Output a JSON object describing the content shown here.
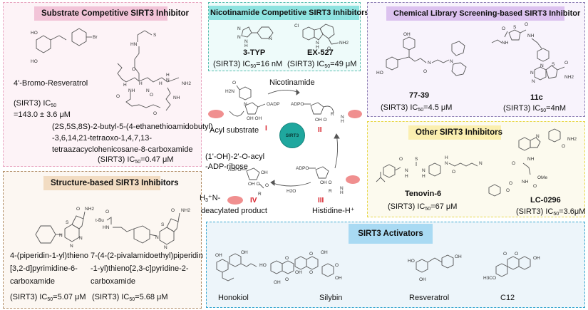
{
  "colors": {
    "substrate_border": "#e8a5c0",
    "substrate_bg": "#fdf3f7",
    "substrate_title_bg": "#f2c4d8",
    "structure_border": "#b08c65",
    "structure_bg": "#fcf7f2",
    "structure_title_bg": "#f2dcc2",
    "nicotinamide_border": "#5bbfb0",
    "nicotinamide_bg": "#eefbfa",
    "nicotinamide_title_bg": "#8ee3e0",
    "library_border": "#8f80b5",
    "library_bg": "#f8f3fc",
    "library_title_bg": "#dcc2ef",
    "other_border": "#e8d84a",
    "other_bg": "#fcfaee",
    "other_title_bg": "#fbefb0",
    "activators_border": "#3aa8d0",
    "activators_bg": "#edf5fa",
    "activators_title_bg": "#a9daf3",
    "sirt3_circle": "#1fa79e",
    "cloud": "#f08f8f",
    "roman_numeral": "#d8202a"
  },
  "panels": {
    "substrate": {
      "title": "Substrate Competitive SIRT3 Inhibitor",
      "compound1": {
        "name": "4'-Bromo-Resveratrol",
        "ic50_label": "(SIRT3) IC",
        "ic50_sub": "50",
        "ic50_value": "=143.0 ± 3.6 μM",
        "atoms": [
          "HO",
          "HO",
          "Br"
        ]
      },
      "compound2": {
        "name_lines": [
          "(2S,5S,8S)-2-butyl-5-(4-ethanethioamidobutyl)",
          "-3,6,14,21-tetraoxo-1,4,7,13-",
          "tetraazacyclohenicosane-8-carboxamide"
        ],
        "ic50_label": "(SIRT3) IC",
        "ic50_sub": "50",
        "ic50_value": "=0.47 μM",
        "atoms": [
          "S",
          "HN",
          "H",
          "H",
          "H",
          "NH",
          "NH",
          "N",
          "N",
          "O",
          "O",
          "O",
          "O",
          "NH2",
          "NH"
        ]
      }
    },
    "structure": {
      "title": "Structure-based SIRT3 Inhibitors",
      "compound1": {
        "name_lines": [
          "4-(piperidin-1-yl)thieno",
          "[3,2-d]pyrimidine-6-",
          "carboxamide"
        ],
        "ic50_label": "(SIRT3) IC",
        "ic50_sub": "50",
        "ic50_value": "=5.07 μM",
        "atoms": [
          "O",
          "NH2",
          "S",
          "N",
          "N",
          "N"
        ]
      },
      "compound2": {
        "name_lines": [
          "7-(4-(2-pivalamidoethyl)piperidin",
          "-1-yl)thieno[2,3-c]pyridine-2-",
          "carboxamide"
        ],
        "ic50_label": "(SIRT3) IC",
        "ic50_sub": "50",
        "ic50_value": "=5.68 μM",
        "atoms": [
          "O",
          "NH2",
          "t-Bu",
          "O",
          "HN",
          "S",
          "N",
          "N"
        ]
      }
    },
    "nicotinamide": {
      "title": "Nicotinamide Competitive SIRT3 Inhibitors",
      "compound1": {
        "name": "3-TYP",
        "ic50_label": "(SIRT3) IC",
        "ic50_sub": "50",
        "ic50_value": "=16 nM",
        "atoms": [
          "N",
          "N",
          "N",
          "H",
          "N"
        ]
      },
      "compound2": {
        "name": "EX-527",
        "ic50_label": "(SIRT3) IC",
        "ic50_sub": "50",
        "ic50_value": "=49 μM",
        "atoms": [
          "Cl",
          "N",
          "H",
          "O",
          "NH2"
        ]
      }
    },
    "library": {
      "title": "Chemical  Library Screening-based SIRT3 Inhibitor",
      "compound1": {
        "name": "77-39",
        "ic50_label": "(SIRT3) IC",
        "ic50_sub": "50",
        "ic50_value": "=4.5 μM",
        "atoms": [
          "OH",
          "HO",
          "N",
          "O",
          "N"
        ]
      },
      "compound2": {
        "name": "11c",
        "ic50_label": "(SIRT3) IC",
        "ic50_sub": "50",
        "ic50_value": "=4nM",
        "atoms": [
          "O",
          "S",
          "O",
          "NH",
          "NH",
          "N",
          "N",
          "N",
          "S",
          "O",
          "NH2"
        ]
      }
    },
    "other": {
      "title": "Other SIRT3 Inhibitors",
      "compound1": {
        "name": "Tenovin-6",
        "ic50_label": "(SIRT3) IC",
        "ic50_sub": "50",
        "ic50_value": "=67 μM",
        "atoms": [
          "O",
          "S",
          "N",
          "H",
          "N",
          "H",
          "H",
          "N",
          "O",
          "N"
        ]
      },
      "compound2": {
        "name": "LC-0296",
        "ic50_label": "(SIRT3) IC",
        "ic50_sub": "50",
        "ic50_value": "=3.6μM",
        "atoms": [
          "N",
          "NH2",
          "O",
          "NH",
          "O",
          "OMe",
          "NH",
          "O",
          "O",
          "O"
        ]
      }
    },
    "activators": {
      "title": "SIRT3 Activators",
      "compounds": [
        {
          "name": "Honokiol",
          "atoms": [
            "OH",
            "OH"
          ]
        },
        {
          "name": "Silybin",
          "atoms": [
            "OH",
            "HO",
            "O",
            "O",
            "O",
            "OH",
            "O",
            "OH",
            "OH",
            "O",
            "OH"
          ]
        },
        {
          "name": "Resveratrol",
          "atoms": [
            "HO",
            "OH",
            "OH"
          ]
        },
        {
          "name": "C12",
          "atoms": [
            "O",
            "O",
            "OH",
            "H3CO"
          ]
        }
      ]
    }
  },
  "cycle": {
    "center_label": "SIRT3",
    "nicotinamide_label": "Nicotinamide",
    "acyl_substrate_label": "Acyl substrate",
    "intermediate_label_lines": [
      "(1'-OH)-2'-O-acyl",
      "-ADP-ribose"
    ],
    "deacylated_prefix": "H",
    "deacylated_sub": "3",
    "deacylated_suffix": "⁺N-",
    "deacylated_label": "deacylated product",
    "histidine_label": "Histidine-H⁺",
    "water_label": "H2O",
    "steps": [
      "I",
      "II",
      "III",
      "IV"
    ],
    "atoms_I": [
      "H2N",
      "O",
      "N",
      "O",
      "OADP",
      "OH",
      "OH",
      "H",
      "N",
      "O",
      "R"
    ],
    "atoms_II": [
      "ADPO",
      "O",
      "O",
      "OH",
      "O",
      "H",
      "R",
      "N",
      "H"
    ],
    "atoms_III": [
      "ADPO",
      "O",
      "OH",
      "O",
      "O",
      "R",
      "N",
      "H"
    ],
    "atoms_IV": [
      "ADPO",
      "O",
      "OH",
      "OH",
      "O",
      "O",
      "R"
    ]
  }
}
